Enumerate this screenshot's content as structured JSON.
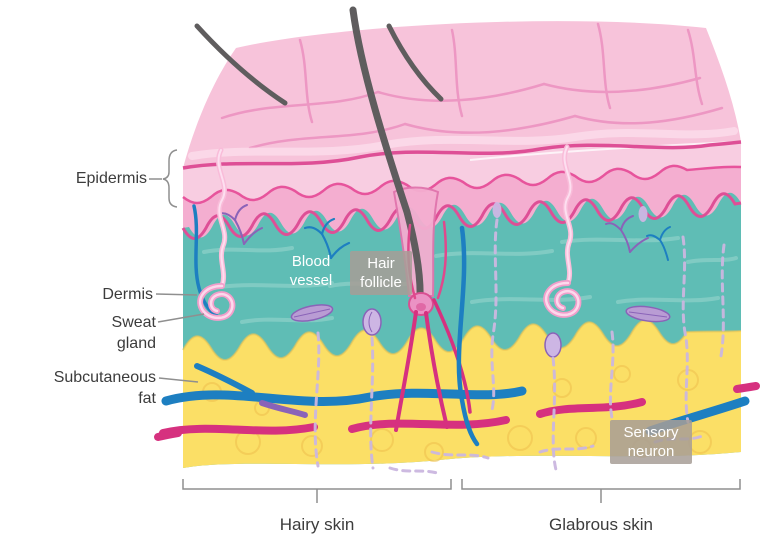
{
  "diagram": {
    "labels": {
      "epidermis": "Epidermis",
      "dermis": "Dermis",
      "sweat_gland": "Sweat gland",
      "subcutaneous_fat": "Subcutaneous fat",
      "blood_vessel": "Blood vessel",
      "hair_follicle": "Hair follicle",
      "sensory_neuron": "Sensory neuron",
      "hairy_skin": "Hairy skin",
      "glabrous_skin": "Glabrous skin"
    },
    "colors": {
      "background": "#ffffff",
      "label_text": "#3c3c3c",
      "annotation_gray": "#8f8f8f",
      "epidermis_pink": "#f4aed0",
      "epidermis_light_pink": "#f7c3da",
      "epidermis_outline": "#de4f96",
      "dermis_teal": "#5fbdb5",
      "fat_yellow": "#fbdf66",
      "vessel_blue": "#1d7fc1",
      "vessel_magenta": "#d6317f",
      "nerve_lavender": "#cbb7e0",
      "receptor_purple": "#8a63b8",
      "hair_gray": "#5f5d5e",
      "sweat_gland_pink": "#f29ecb",
      "overlay_label_bg": "#a79e97"
    }
  }
}
